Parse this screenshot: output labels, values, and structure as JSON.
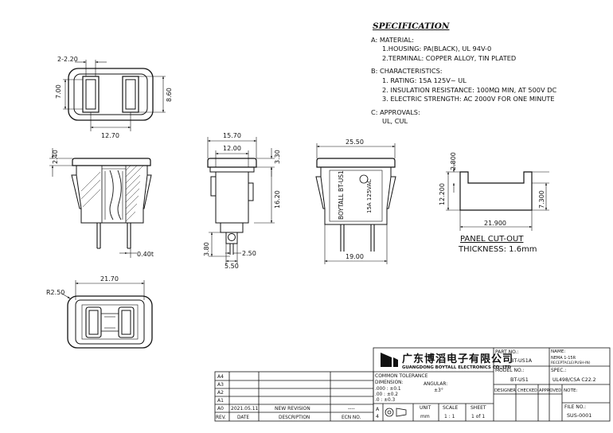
{
  "spec": {
    "title": "SPECIFICATION",
    "sections": [
      {
        "head": "A: MATERIAL:",
        "items": [
          "1.HOUSING: PA(BLACK), UL 94V-0",
          "2.TERMINAL: COPPER ALLOY, TIN PLATED"
        ]
      },
      {
        "head": "B: CHARACTERISTICS:",
        "items": [
          "1. RATING: 15A 125V~ UL",
          "2. INSULATION RESISTANCE: 100MΩ MIN, AT 500V DC",
          "3. ELECTRIC STRENGTH: AC 2000V FOR ONE MINUTE"
        ]
      },
      {
        "head": "C: APPROVALS:",
        "items": [
          "UL, CUL"
        ]
      }
    ]
  },
  "dims": {
    "top_w": "2-2.20",
    "top_h1": "7.00",
    "top_h2": "8.60",
    "top_span": "12.70",
    "front_h": "2.40",
    "front_w": "21.70",
    "front_t": "0.40t",
    "side_w1": "15.70",
    "side_w2": "12.00",
    "side_h1": "3.30",
    "side_h2": "16.20",
    "side_b1": "3.80",
    "side_b2": "2.50",
    "side_b3": "5.50",
    "rear_w": "25.50",
    "rear_b": "19.00",
    "bottom_r": "R2.50",
    "panel_w": "21.900",
    "panel_h1": "12.200",
    "panel_h2": "7.300",
    "panel_h3": "2.800"
  },
  "marking": {
    "brand": "BOYTALL BT-US1",
    "rating": "15A 125VAC"
  },
  "panel": {
    "title": "PANEL  CUT-OUT",
    "thickness": "THICKNESS: 1.6mm"
  },
  "titleblock": {
    "company_cn": "广东博滔电子有限公司",
    "company_en": "GUANGDONG BOYTALL ELECTRONICS CO.,LTD",
    "part_label": "PART NO.:",
    "part_value": "BT-US1A",
    "name_label": "NAME:",
    "name_line1": "NEMA 1-15R",
    "name_line2": "RECEPTACLE(PUSH-IN)",
    "model_label": "MODEL NO.:",
    "model_value": "BT-US1",
    "spec_label": "SPEC.:",
    "spec_value": "UL498/CSA C22.2",
    "designer": "DESIGNER",
    "checked": "CHECKED",
    "approved": "APPROVED",
    "note": "NOTE:",
    "file_label": "FILE NO.:",
    "file_value": "SUS-0001",
    "tol_title": "COMMON TOLERANCE",
    "tol_dim": "DIMENSION:",
    "tol_angular": "ANGULAR:",
    "tol_angular_val": "±3°",
    "tol_1": ".000  : ±0.1",
    "tol_2": ".00    : ±0.2",
    "tol_3": ".0      : ±0.3",
    "size_a": "A",
    "size_4": "4",
    "unit_label": "UNIT",
    "unit_value": "mm",
    "scale_label": "SCALE",
    "scale_value": "1 : 1",
    "sheet_label": "SHEET",
    "sheet_value": "1 of 1",
    "rev_rows": [
      "A4",
      "A3",
      "A2",
      "A1"
    ],
    "a0": "A0",
    "a0_date": "2021.05.11",
    "a0_desc": "NEW REVISION",
    "a0_ecn": "----",
    "h_rev": "REV.",
    "h_date": "DATE",
    "h_desc": "DESCRIPTION",
    "h_ecn": "ECN NO."
  }
}
